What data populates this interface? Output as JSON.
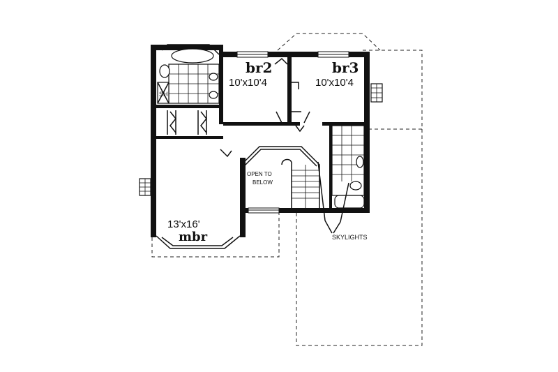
{
  "rooms": {
    "br2": {
      "name": "br2",
      "size": "10'x10'4"
    },
    "br3": {
      "name": "br3",
      "size": "10'x10'4"
    },
    "mbr": {
      "name": "mbr",
      "size": "13'x16'"
    }
  },
  "labels": {
    "shower": "SH",
    "open_to_below_1": "OPEN TO",
    "open_to_below_2": "BELOW",
    "skylights": "SKYLIGHTS"
  },
  "footer": {
    "caption": ""
  }
}
